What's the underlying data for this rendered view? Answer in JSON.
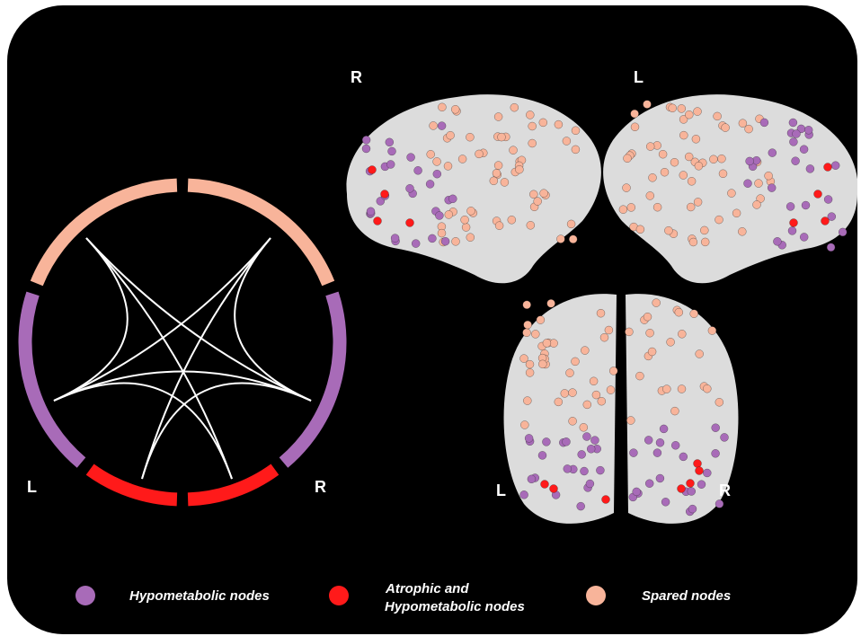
{
  "colors": {
    "hypometabolic": "#a86bb8",
    "atrophic": "#ff1a1a",
    "spared": "#f8b49a",
    "background": "#000000",
    "brain": "#dcdcdc",
    "connection": "#ffffff"
  },
  "labels": {
    "circle_left": "L",
    "circle_right": "R",
    "lateral_left_view": "R",
    "lateral_right_view": "L",
    "axial_left": "L",
    "axial_right": "R"
  },
  "legend": [
    {
      "label_line1": "Hypometabolic nodes",
      "label_line2": "",
      "color_key": "hypometabolic"
    },
    {
      "label_line1": "Atrophic and",
      "label_line2": "Hypometabolic nodes",
      "color_key": "atrophic"
    },
    {
      "label_line1": "Spared nodes",
      "label_line2": "",
      "color_key": "spared"
    }
  ]
}
